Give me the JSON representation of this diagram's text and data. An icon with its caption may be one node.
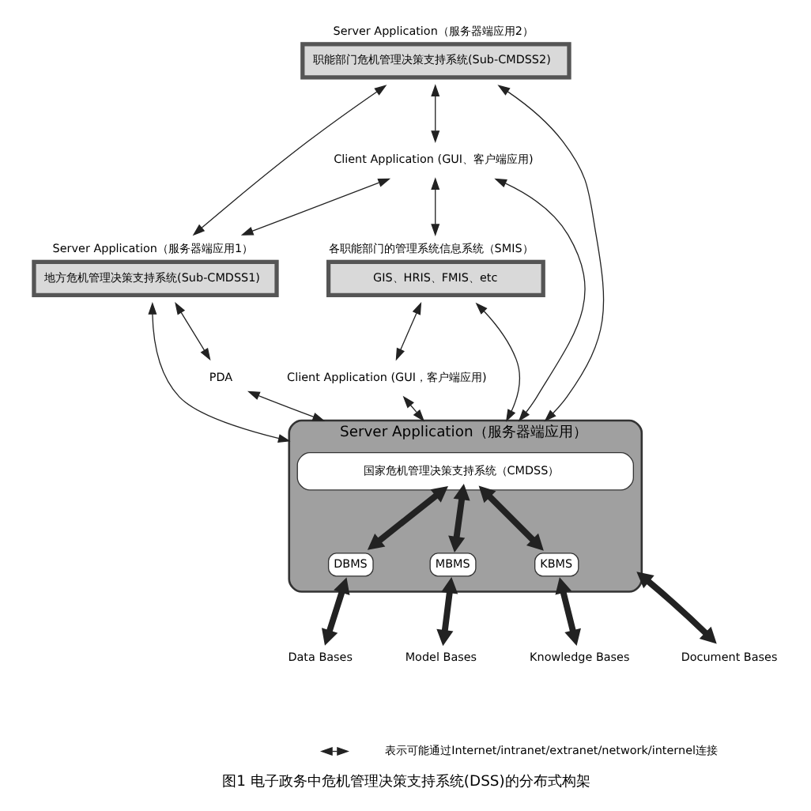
{
  "diagram": {
    "caption": "图1 电子政务中危机管理决策支持系统(DSS)的分布式构架",
    "nodes": [
      {
        "text": [
          "职能部门危机管理决策支持系统(Sub-CMDSS2)"
        ],
        "beside": [
          "Server Application（服务器端应用2）"
        ]
      },
      {
        "text": [
          "地方危机管理决策支持系统(Sub-CMDSS1)"
        ],
        "beside": [
          "Server Application（服务器端应用1）"
        ]
      },
      {
        "text": [
          "Client Application (GUI、客户端应用)"
        ]
      },
      {
        "text": [
          "GIS、HRIS、FMIS、etc"
        ],
        "beside": [
          "各职能部门的管理系统信息系统（SMIS）"
        ]
      },
      {
        "text": [
          "Client Application (GUI，客户端应用)"
        ]
      },
      {
        "text": [
          "国家危机管理决策支持系统（CMDSS）"
        ],
        "beside": [
          "Server Application（服务器端应用）"
        ]
      },
      {
        "text": [
          "DBMS"
        ],
        "in": 5
      },
      {
        "text": [
          "MBMS"
        ],
        "in": 5
      },
      {
        "text": [
          "KBMS"
        ],
        "in": 5
      },
      {
        "text": [
          "PDA"
        ]
      },
      {
        "text": [
          "Data Bases"
        ]
      },
      {
        "text": [
          "Model Bases"
        ]
      },
      {
        "text": [
          "Knowledge Bases"
        ]
      },
      {
        "text": [
          "Document Bases"
        ]
      }
    ],
    "edges": [
      {
        "from": 0,
        "to": 1,
        "arrow": "both"
      },
      {
        "from": 0,
        "to": 5,
        "arrow": "both"
      },
      {
        "from": 0,
        "to": 2,
        "arrow": "both"
      },
      {
        "from": 2,
        "to": 1,
        "arrow": "both"
      },
      {
        "from": 2,
        "to": 3,
        "arrow": "both"
      },
      {
        "from": 2,
        "to": 5,
        "arrow": "both"
      },
      {
        "from": 3,
        "to": 4,
        "arrow": "both"
      },
      {
        "from": 3,
        "to": 5,
        "arrow": "both"
      },
      {
        "from": 4,
        "to": 5,
        "arrow": "both"
      },
      {
        "from": 1,
        "to": 5,
        "arrow": "both"
      },
      {
        "from": 1,
        "to": 9,
        "arrow": "both"
      },
      {
        "from": 9,
        "to": 5,
        "arrow": "both"
      },
      {
        "from": 5,
        "to": 6,
        "arrow": "both",
        "style": "thick"
      },
      {
        "from": 5,
        "to": 7,
        "arrow": "both",
        "style": "thick"
      },
      {
        "from": 5,
        "to": 8,
        "arrow": "both",
        "style": "thick"
      },
      {
        "from": 6,
        "to": 10,
        "arrow": "both",
        "style": "thick"
      },
      {
        "from": 7,
        "to": 11,
        "arrow": "both",
        "style": "thick"
      },
      {
        "from": 8,
        "to": 12,
        "arrow": "both",
        "style": "thick"
      },
      {
        "from": 5,
        "to": 13,
        "arrow": "both",
        "style": "thick"
      }
    ],
    "legend": [
      {
        "text": "表示可能通过Internet/intranet/extranet/network/internel连接"
      }
    ]
  }
}
